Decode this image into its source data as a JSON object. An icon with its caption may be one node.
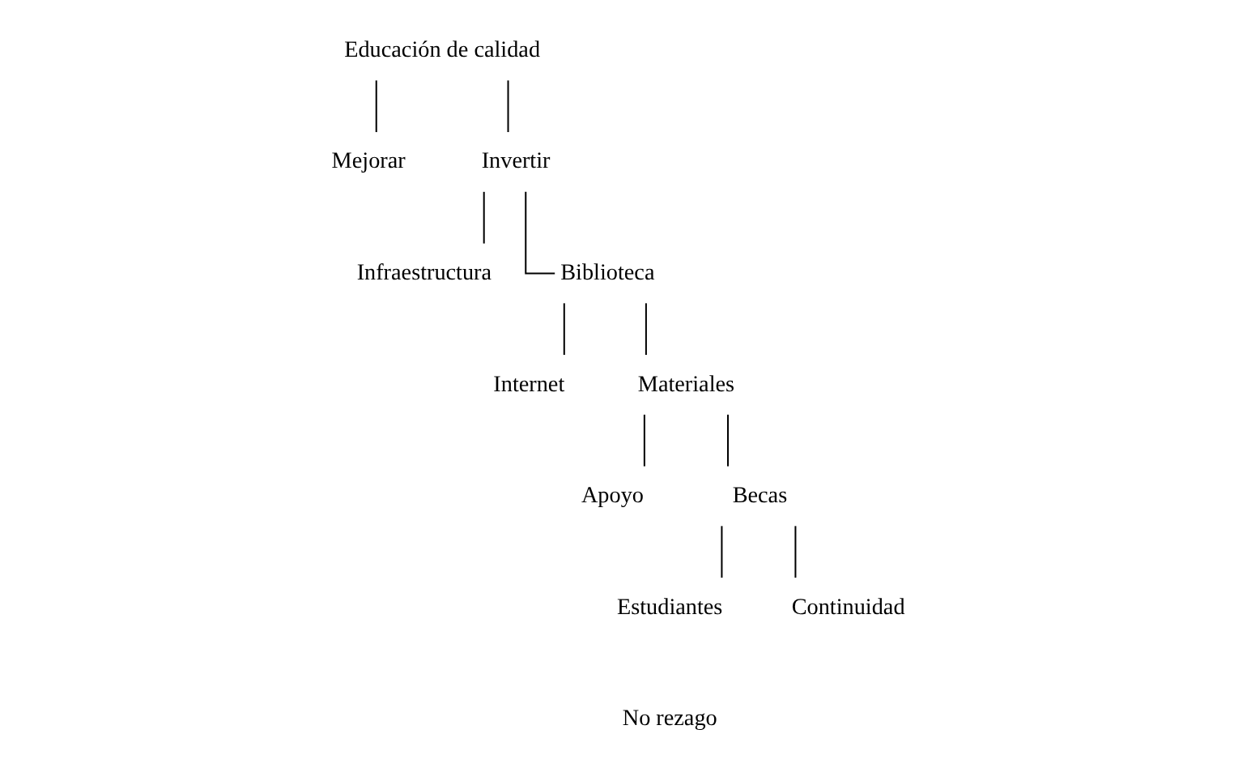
{
  "diagram": {
    "nodes": [
      {
        "text": [
          "Educación de calidad"
        ]
      },
      {
        "text": [
          "Mejorar"
        ]
      },
      {
        "text": [
          "Invertir"
        ]
      },
      {
        "text": [
          "Infraestructura"
        ]
      },
      {
        "text": [
          "Biblioteca"
        ]
      },
      {
        "text": [
          "Internet"
        ]
      },
      {
        "text": [
          "Materiales"
        ]
      },
      {
        "text": [
          "Apoyo"
        ]
      },
      {
        "text": [
          "Becas"
        ]
      },
      {
        "text": [
          "Estudiantes"
        ]
      },
      {
        "text": [
          "Continuidad"
        ]
      }
    ],
    "edges": [
      {
        "from": 0,
        "to": 1,
        "arrow": "none"
      },
      {
        "from": 0,
        "to": 2,
        "arrow": "none"
      },
      {
        "from": 2,
        "to": 3,
        "arrow": "none"
      },
      {
        "from": 2,
        "to": 4,
        "arrow": "none"
      },
      {
        "from": 4,
        "to": 5,
        "arrow": "none"
      },
      {
        "from": 4,
        "to": 6,
        "arrow": "none"
      },
      {
        "from": 6,
        "to": 7,
        "arrow": "none"
      },
      {
        "from": 6,
        "to": 8,
        "arrow": "none"
      },
      {
        "from": 8,
        "to": 9,
        "arrow": "none"
      },
      {
        "from": 8,
        "to": 10,
        "arrow": "none"
      }
    ],
    "labels": [
      "No rezago"
    ]
  }
}
